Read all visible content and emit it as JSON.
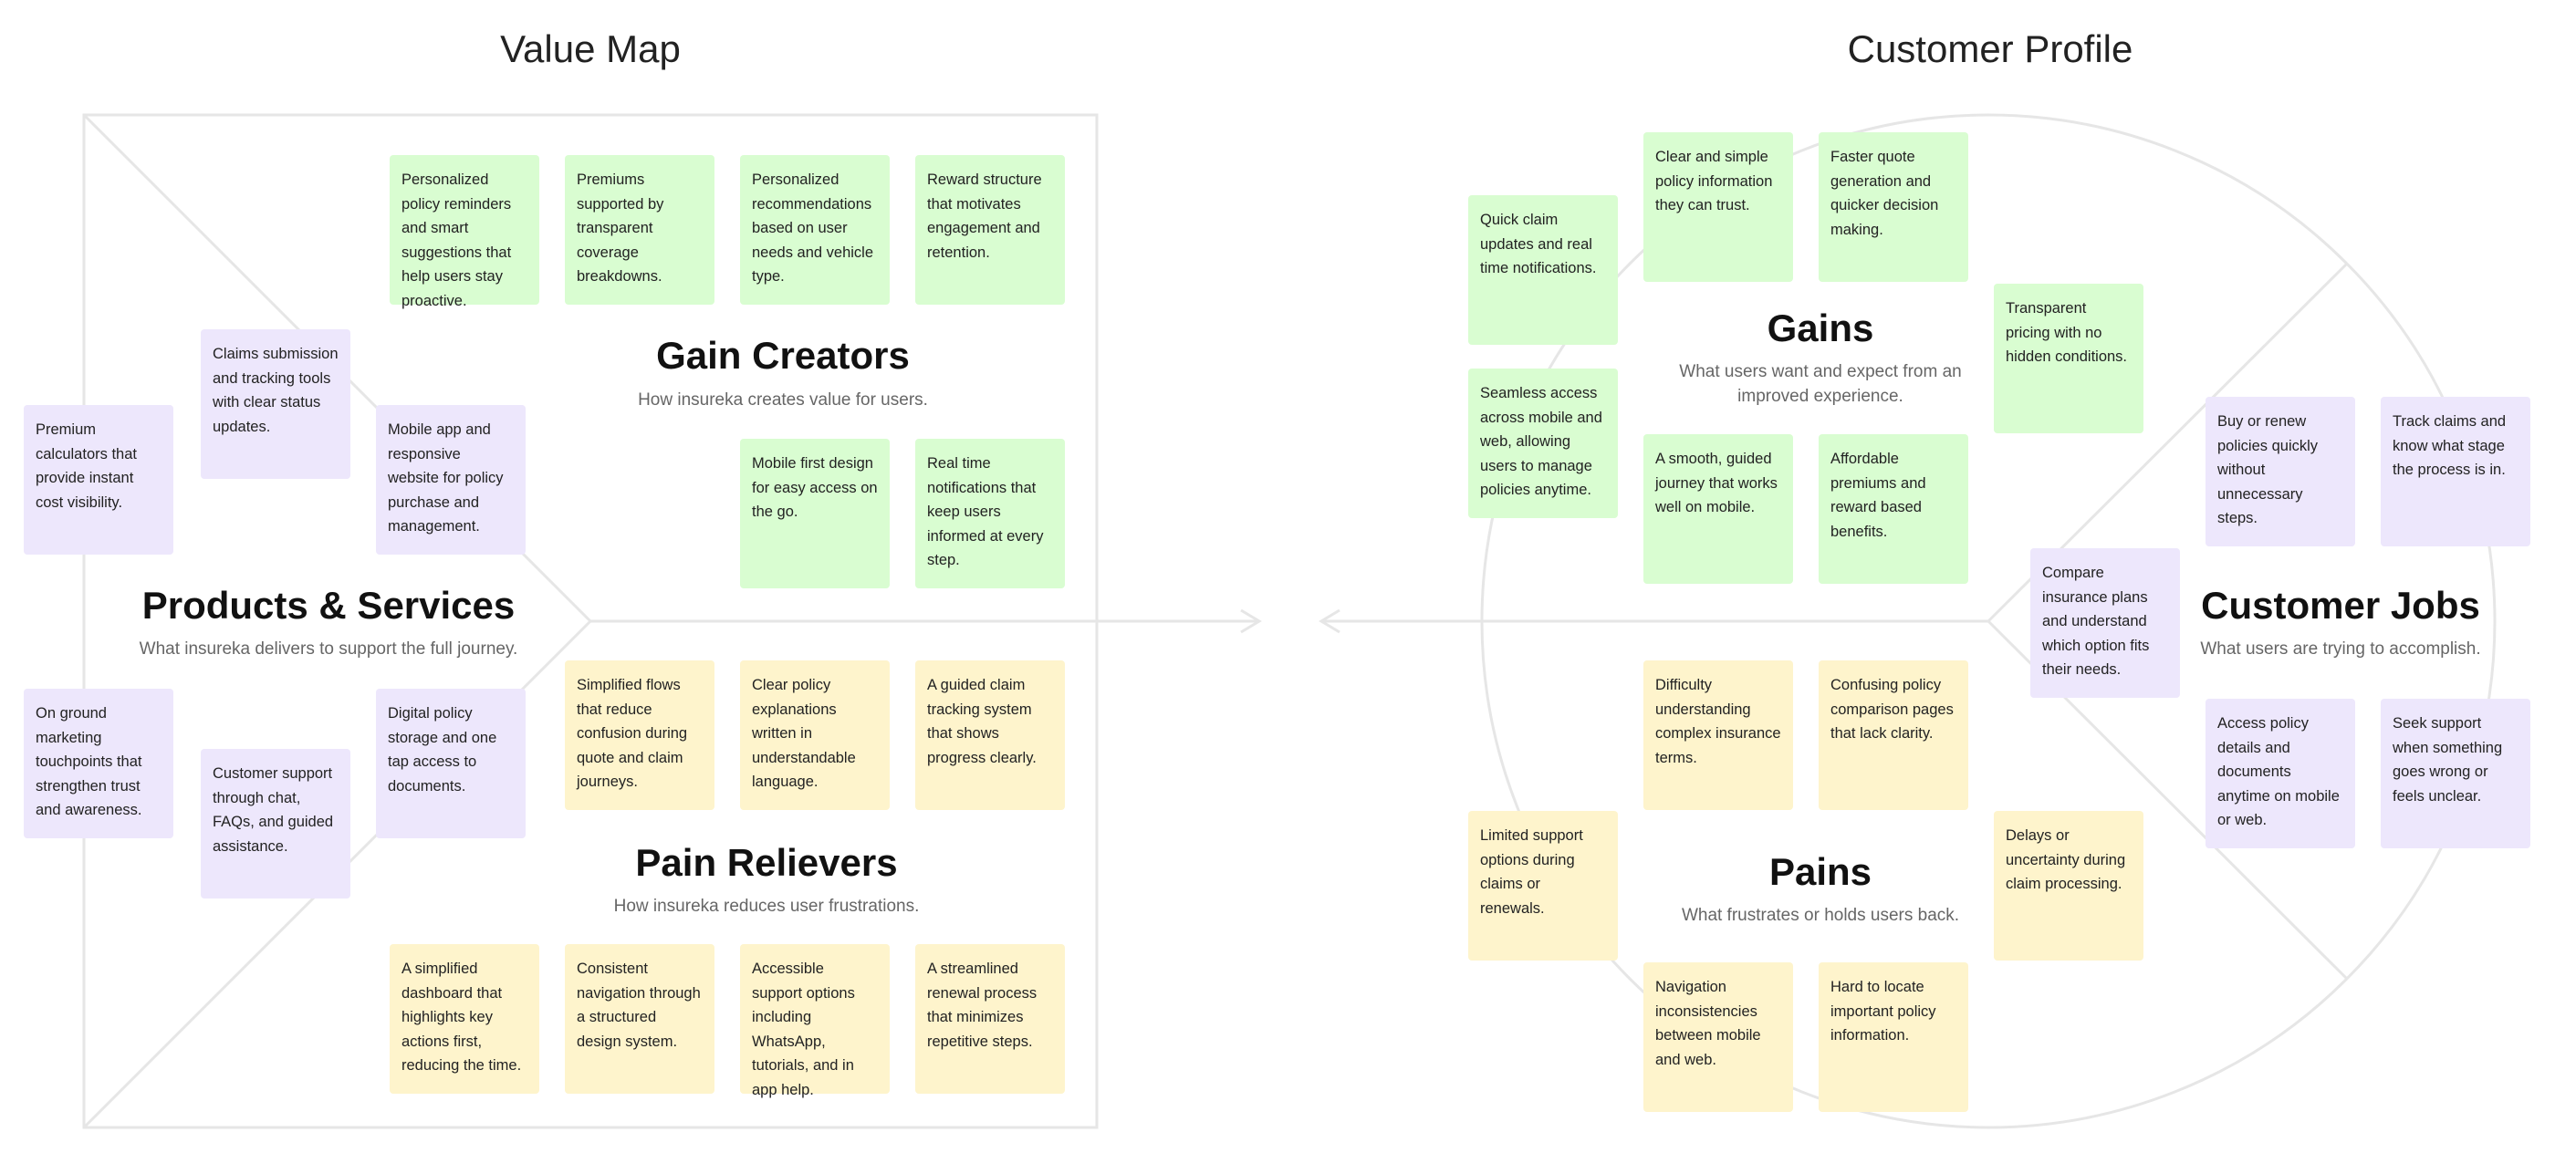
{
  "colors": {
    "gain": "#d9fdd1",
    "pain": "#fef4cc",
    "job": "#ede7fc",
    "lines": "#e6e6e6"
  },
  "value_map": {
    "title": "Value Map",
    "gain_creators": {
      "title": "Gain Creators",
      "subtitle": "How insureka creates value for users.",
      "notes": [
        "Personalized policy reminders and smart suggestions that help users stay proactive.",
        "Premiums supported by transparent coverage breakdowns.",
        "Personalized recommendations based on user needs and vehicle type.",
        "Reward structure that motivates engagement and retention.",
        "Mobile first design for easy access on the go.",
        "Real time notifications that keep users informed at every step."
      ]
    },
    "products": {
      "title": "Products & Services",
      "subtitle": "What insureka delivers to support the full journey.",
      "notes": [
        "Claims submission and tracking tools with clear status updates.",
        "Premium calculators that provide instant cost visibility.",
        "Mobile app and responsive website for policy purchase and management.",
        "On ground marketing touchpoints that strengthen trust and awareness.",
        "Customer support through chat, FAQs, and guided assistance.",
        "Digital policy storage and one tap access to documents."
      ]
    },
    "pain_relievers": {
      "title": "Pain Relievers",
      "subtitle": "How insureka reduces user frustrations.",
      "notes": [
        "Simplified flows that reduce confusion during quote and claim journeys.",
        "Clear policy explanations written in understandable language.",
        "A guided claim tracking system that shows progress clearly.",
        "A simplified dashboard that highlights key actions first, reducing the time.",
        "Consistent navigation through a structured design system.",
        "Accessible support options including WhatsApp, tutorials, and in app help.",
        "A streamlined renewal process that minimizes repetitive steps."
      ]
    }
  },
  "customer_profile": {
    "title": "Customer Profile",
    "gains": {
      "title": "Gains",
      "subtitle": "What users want and expect from an improved experience.",
      "notes": [
        "Quick claim updates and real time notifications.",
        "Clear and simple policy information they can trust.",
        "Faster quote generation and quicker decision making.",
        "Seamless access across mobile and web, allowing users to manage policies anytime.",
        "Transparent pricing with no hidden conditions.",
        "A smooth, guided journey that works well on mobile.",
        "Affordable premiums and reward based benefits."
      ]
    },
    "jobs": {
      "title": "Customer Jobs",
      "subtitle": "What users are trying to accomplish.",
      "notes": [
        "Buy or renew policies quickly without unnecessary steps.",
        "Track claims and know what stage the process is in.",
        "Compare insurance plans and understand which option fits their needs.",
        "Access policy details and documents anytime on mobile or web.",
        "Seek support when something goes wrong or feels unclear."
      ]
    },
    "pains": {
      "title": "Pains",
      "subtitle": "What frustrates or holds users back.",
      "notes": [
        "Difficulty understanding complex insurance terms.",
        "Confusing policy comparison pages that lack clarity.",
        "Limited support options during claims or renewals.",
        "Delays or uncertainty during claim processing.",
        "Navigation inconsistencies between mobile and web.",
        "Hard to locate important policy information."
      ]
    }
  }
}
